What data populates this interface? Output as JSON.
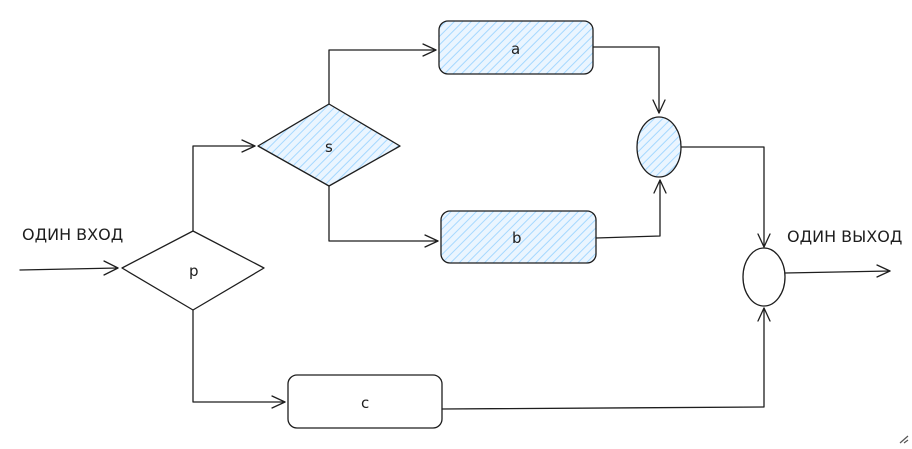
{
  "diagram": {
    "input_label": "ОДИН ВХОД",
    "output_label": "ОДИН ВЫХОД",
    "nodes": {
      "p": "p",
      "s": "s",
      "a": "a",
      "b": "b",
      "c": "c"
    },
    "colors": {
      "stroke": "#1e1e1e",
      "hatch": "#a5d8ff",
      "fill_plain": "#ffffff"
    }
  }
}
